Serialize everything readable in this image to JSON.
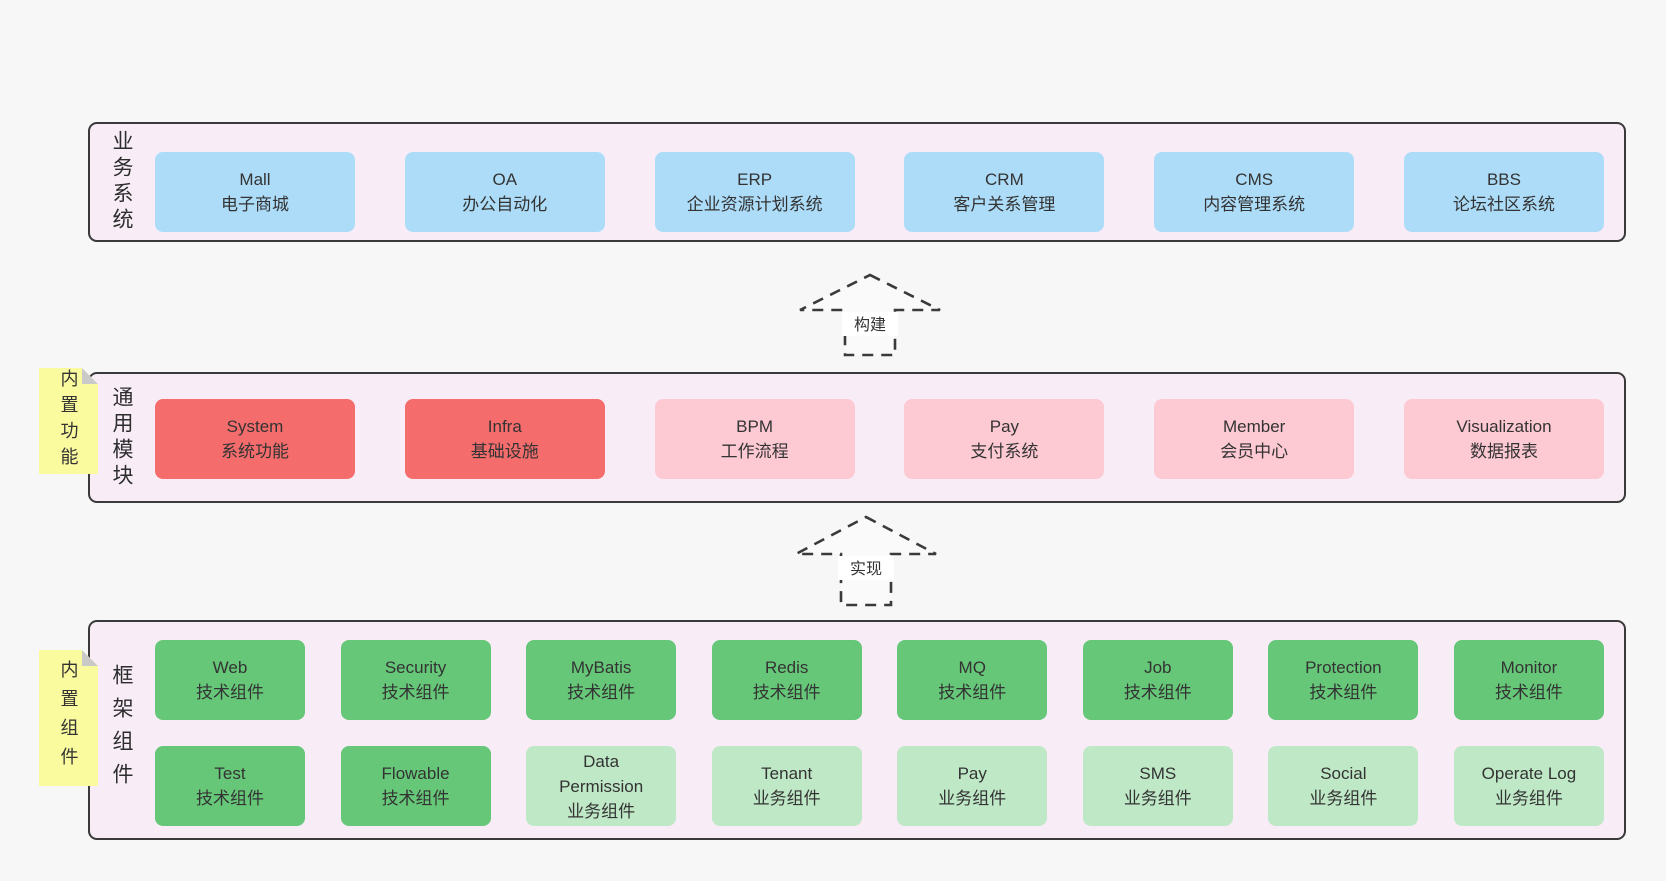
{
  "colors": {
    "page_bg": "#f7f7f7",
    "panel_bg": "#f8edf7",
    "panel_border": "#3a3a3a",
    "blue": "#addcf8",
    "red": "#f56c6c",
    "pink": "#fdc9d3",
    "green_dark": "#66c778",
    "green_light": "#bfe8c6",
    "sticky_yellow": "#fafa9e",
    "fold_gray": "#c9c9c9",
    "text": "#333333"
  },
  "arrows": {
    "build_label": "构建",
    "implement_label": "实现"
  },
  "sections": {
    "business": {
      "label": "业务系统",
      "boxes": [
        {
          "title": "Mall",
          "subtitle": "电子商城",
          "variant": "blue"
        },
        {
          "title": "OA",
          "subtitle": "办公自动化",
          "variant": "blue"
        },
        {
          "title": "ERP",
          "subtitle": "企业资源计划系统",
          "variant": "blue"
        },
        {
          "title": "CRM",
          "subtitle": "客户关系管理",
          "variant": "blue"
        },
        {
          "title": "CMS",
          "subtitle": "内容管理系统",
          "variant": "blue"
        },
        {
          "title": "BBS",
          "subtitle": "论坛社区系统",
          "variant": "blue"
        }
      ]
    },
    "modules": {
      "label": "通用模块",
      "sticky_note": "内置功能",
      "boxes": [
        {
          "title": "System",
          "subtitle": "系统功能",
          "variant": "red"
        },
        {
          "title": "Infra",
          "subtitle": "基础设施",
          "variant": "red"
        },
        {
          "title": "BPM",
          "subtitle": "工作流程",
          "variant": "pink"
        },
        {
          "title": "Pay",
          "subtitle": "支付系统",
          "variant": "pink"
        },
        {
          "title": "Member",
          "subtitle": "会员中心",
          "variant": "pink"
        },
        {
          "title": "Visualization",
          "subtitle": "数据报表",
          "variant": "pink"
        }
      ]
    },
    "framework": {
      "label": "框架组件",
      "sticky_note": "内置组件",
      "row1": [
        {
          "title": "Web",
          "subtitle": "技术组件",
          "variant": "green-dark"
        },
        {
          "title": "Security",
          "subtitle": "技术组件",
          "variant": "green-dark"
        },
        {
          "title": "MyBatis",
          "subtitle": "技术组件",
          "variant": "green-dark"
        },
        {
          "title": "Redis",
          "subtitle": "技术组件",
          "variant": "green-dark"
        },
        {
          "title": "MQ",
          "subtitle": "技术组件",
          "variant": "green-dark"
        },
        {
          "title": "Job",
          "subtitle": "技术组件",
          "variant": "green-dark"
        },
        {
          "title": "Protection",
          "subtitle": "技术组件",
          "variant": "green-dark"
        },
        {
          "title": "Monitor",
          "subtitle": "技术组件",
          "variant": "green-dark"
        }
      ],
      "row2": [
        {
          "title": "Test",
          "subtitle": "技术组件",
          "variant": "green-dark"
        },
        {
          "title": "Flowable",
          "subtitle": "技术组件",
          "variant": "green-dark"
        },
        {
          "title": "Data Permission",
          "subtitle": "业务组件",
          "variant": "green-light"
        },
        {
          "title": "Tenant",
          "subtitle": "业务组件",
          "variant": "green-light"
        },
        {
          "title": "Pay",
          "subtitle": "业务组件",
          "variant": "green-light"
        },
        {
          "title": "SMS",
          "subtitle": "业务组件",
          "variant": "green-light"
        },
        {
          "title": "Social",
          "subtitle": "业务组件",
          "variant": "green-light"
        },
        {
          "title": "Operate Log",
          "subtitle": "业务组件",
          "variant": "green-light"
        }
      ]
    }
  }
}
